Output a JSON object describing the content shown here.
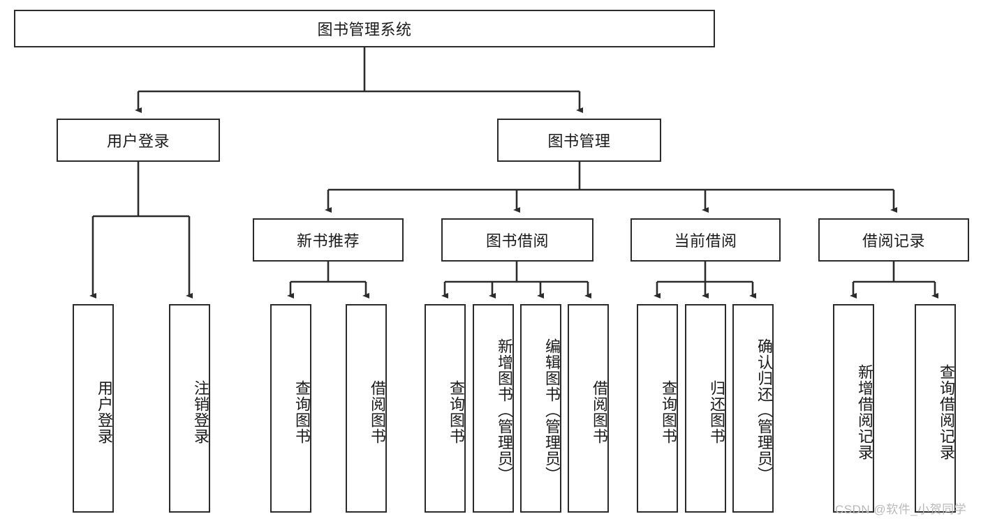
{
  "diagram": {
    "title": "图书管理系统",
    "type": "tree-hierarchy",
    "colors": {
      "box_border": "#2b2b2b",
      "box_fill": "#ffffff",
      "edge": "#2b2b2b",
      "text": "#1a1a1a",
      "watermark": "#b9b9b9"
    },
    "levels": {
      "root": {
        "label": "图书管理系统"
      },
      "level2": [
        {
          "label": "用户登录"
        },
        {
          "label": "图书管理"
        }
      ],
      "level3": [
        {
          "label": "新书推荐"
        },
        {
          "label": "图书借阅"
        },
        {
          "label": "当前借阅"
        },
        {
          "label": "借阅记录"
        }
      ],
      "leaves": [
        {
          "label": "用户登录",
          "parent": "用户登录"
        },
        {
          "label": "注销登录",
          "parent": "用户登录"
        },
        {
          "label": "查询图书",
          "parent": "新书推荐"
        },
        {
          "label": "借阅图书",
          "parent": "新书推荐"
        },
        {
          "label": "查询图书",
          "parent": "图书借阅"
        },
        {
          "label": "新增图书（管理员）",
          "parent": "图书借阅"
        },
        {
          "label": "编辑图书（管理员）",
          "parent": "图书借阅"
        },
        {
          "label": "借阅图书",
          "parent": "图书借阅"
        },
        {
          "label": "查询图书",
          "parent": "当前借阅"
        },
        {
          "label": "归还图书",
          "parent": "当前借阅"
        },
        {
          "label": "确认归还（管理员）",
          "parent": "当前借阅"
        },
        {
          "label": "新增借阅记录",
          "parent": "借阅记录"
        },
        {
          "label": "查询借阅记录",
          "parent": "借阅记录"
        }
      ]
    }
  },
  "watermark": {
    "text": "CSDN @软件_小贺同学"
  }
}
